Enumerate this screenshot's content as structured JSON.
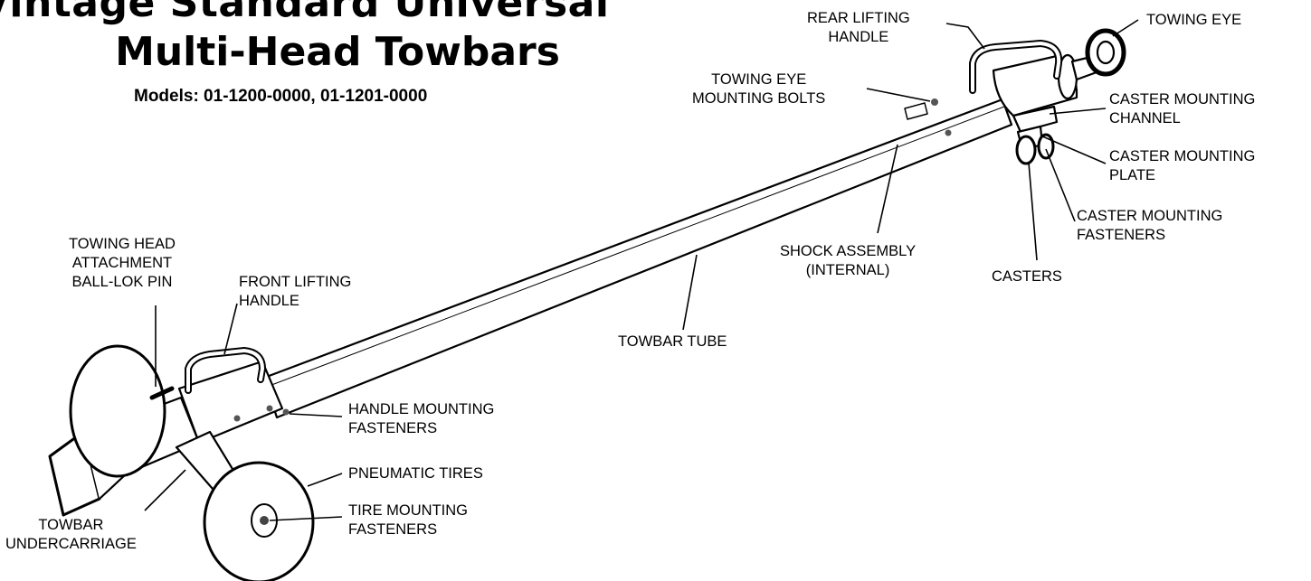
{
  "header": {
    "title_line1": "Vintage Standard Universal",
    "title_line2": "Multi-Head Towbars",
    "models": "Models: 01-1200-0000,  01-1201-0000"
  },
  "labels": {
    "rear_lifting_handle": [
      "REAR LIFTING",
      "HANDLE"
    ],
    "towing_eye": [
      "TOWING EYE"
    ],
    "towing_eye_mounting_bolts": [
      "TOWING EYE",
      "MOUNTING BOLTS"
    ],
    "caster_mounting_channel": [
      "CASTER MOUNTING",
      "CHANNEL"
    ],
    "caster_mounting_plate": [
      "CASTER MOUNTING",
      "PLATE"
    ],
    "caster_mounting_fasteners": [
      "CASTER MOUNTING",
      "FASTENERS"
    ],
    "towing_head_attachment_pin": [
      "TOWING HEAD",
      "ATTACHMENT",
      "BALL-LOK PIN"
    ],
    "front_lifting_handle": [
      "FRONT LIFTING",
      "HANDLE"
    ],
    "shock_assembly": [
      "SHOCK ASSEMBLY",
      "(INTERNAL)"
    ],
    "casters": [
      "CASTERS"
    ],
    "towbar_tube": [
      "TOWBAR TUBE"
    ],
    "handle_mounting_fasteners": [
      "HANDLE MOUNTING",
      "FASTENERS"
    ],
    "pneumatic_tires": [
      "PNEUMATIC TIRES"
    ],
    "tire_mounting_fasteners": [
      "TIRE MOUNTING",
      "FASTENERS"
    ],
    "towbar_undercarriage": [
      "TOWBAR",
      "UNDERCARRIAGE"
    ]
  }
}
